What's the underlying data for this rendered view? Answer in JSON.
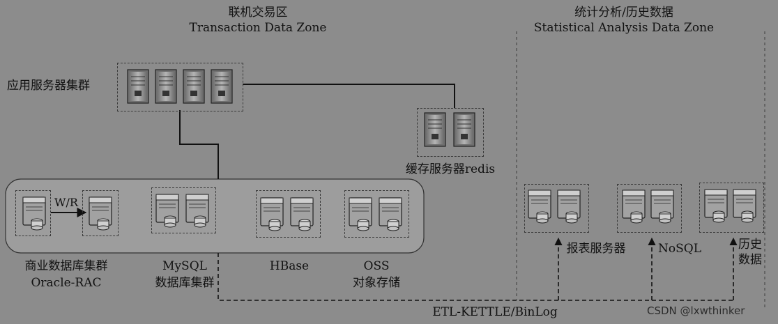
{
  "zones": {
    "transaction": {
      "title_cn": "联机交易区",
      "title_en": "Transaction Data Zone"
    },
    "analysis": {
      "title_cn": "统计分析/历史数据",
      "title_en": "Statistical Analysis Data Zone"
    }
  },
  "nodes": {
    "app_cluster": "应用服务器集群",
    "cache": "缓存服务器redis",
    "commercial_db_cn": "商业数据库集群",
    "commercial_db_en": "Oracle-RAC",
    "wr": "W/R",
    "mysql_en": "MySQL",
    "mysql_cn": "数据库集群",
    "hbase": "HBase",
    "oss_en": "OSS",
    "oss_cn": "对象存储",
    "report": "报表服务器",
    "nosql": "NoSQL",
    "history_1": "历史",
    "history_2": "数据"
  },
  "etl": "ETL-KETTLE/BinLog",
  "watermark": "CSDN @lxwthinker"
}
